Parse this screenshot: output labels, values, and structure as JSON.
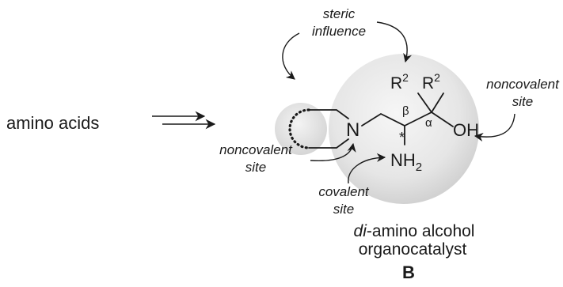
{
  "start_label": "amino acids",
  "labels": {
    "steric_line1": "steric",
    "steric_line2": "influence",
    "noncov_right_line1": "noncovalent",
    "noncov_right_line2": "site",
    "noncov_left_line1": "noncovalent",
    "noncov_left_line2": "site",
    "covalent_line1": "covalent",
    "covalent_line2": "site"
  },
  "atoms": {
    "nitrogen": "N",
    "r_group": "R",
    "r_superscript": "2",
    "hydroxyl": "OH",
    "amine": "NH",
    "amine_subscript": "2",
    "beta": "β",
    "alpha": "α",
    "stereocenter": "*"
  },
  "caption": {
    "prefix_italic": "di",
    "rest": "-amino alcohol",
    "line2": "organocatalyst",
    "compound_label": "B"
  },
  "colors": {
    "ink": "#1a1a1a",
    "sphere_center": "#f4f4f4",
    "sphere_edge": "#d2d2d2"
  }
}
